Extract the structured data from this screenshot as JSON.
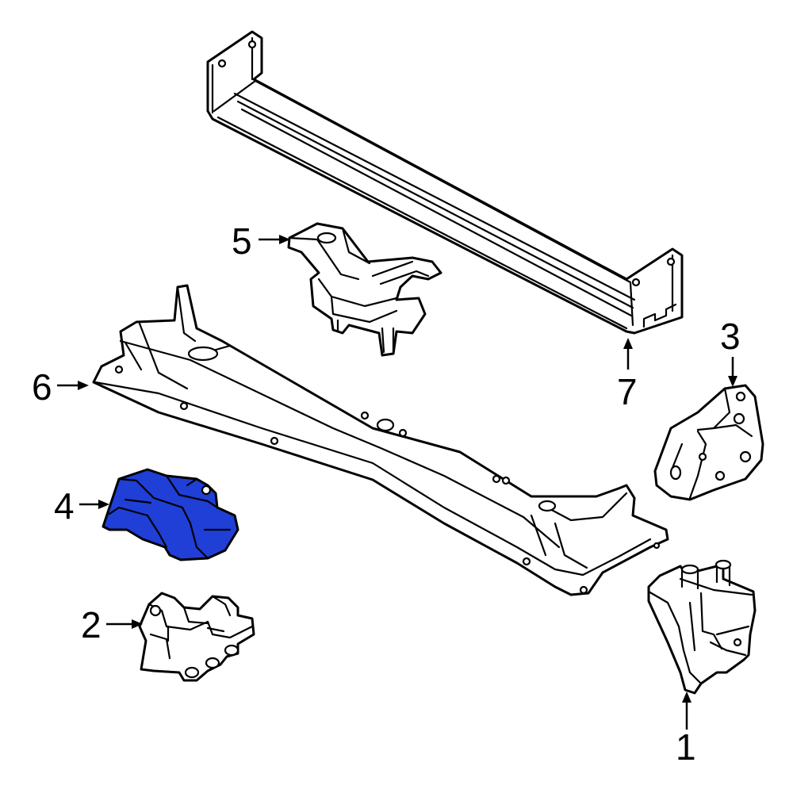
{
  "colors": {
    "line": "#000000",
    "background": "#ffffff",
    "highlight": "#1f3fd6"
  },
  "callouts": [
    {
      "id": "1",
      "label": "1"
    },
    {
      "id": "2",
      "label": "2"
    },
    {
      "id": "3",
      "label": "3"
    },
    {
      "id": "4",
      "label": "4",
      "highlighted": true
    },
    {
      "id": "5",
      "label": "5"
    },
    {
      "id": "6",
      "label": "6"
    },
    {
      "id": "7",
      "label": "7"
    }
  ]
}
